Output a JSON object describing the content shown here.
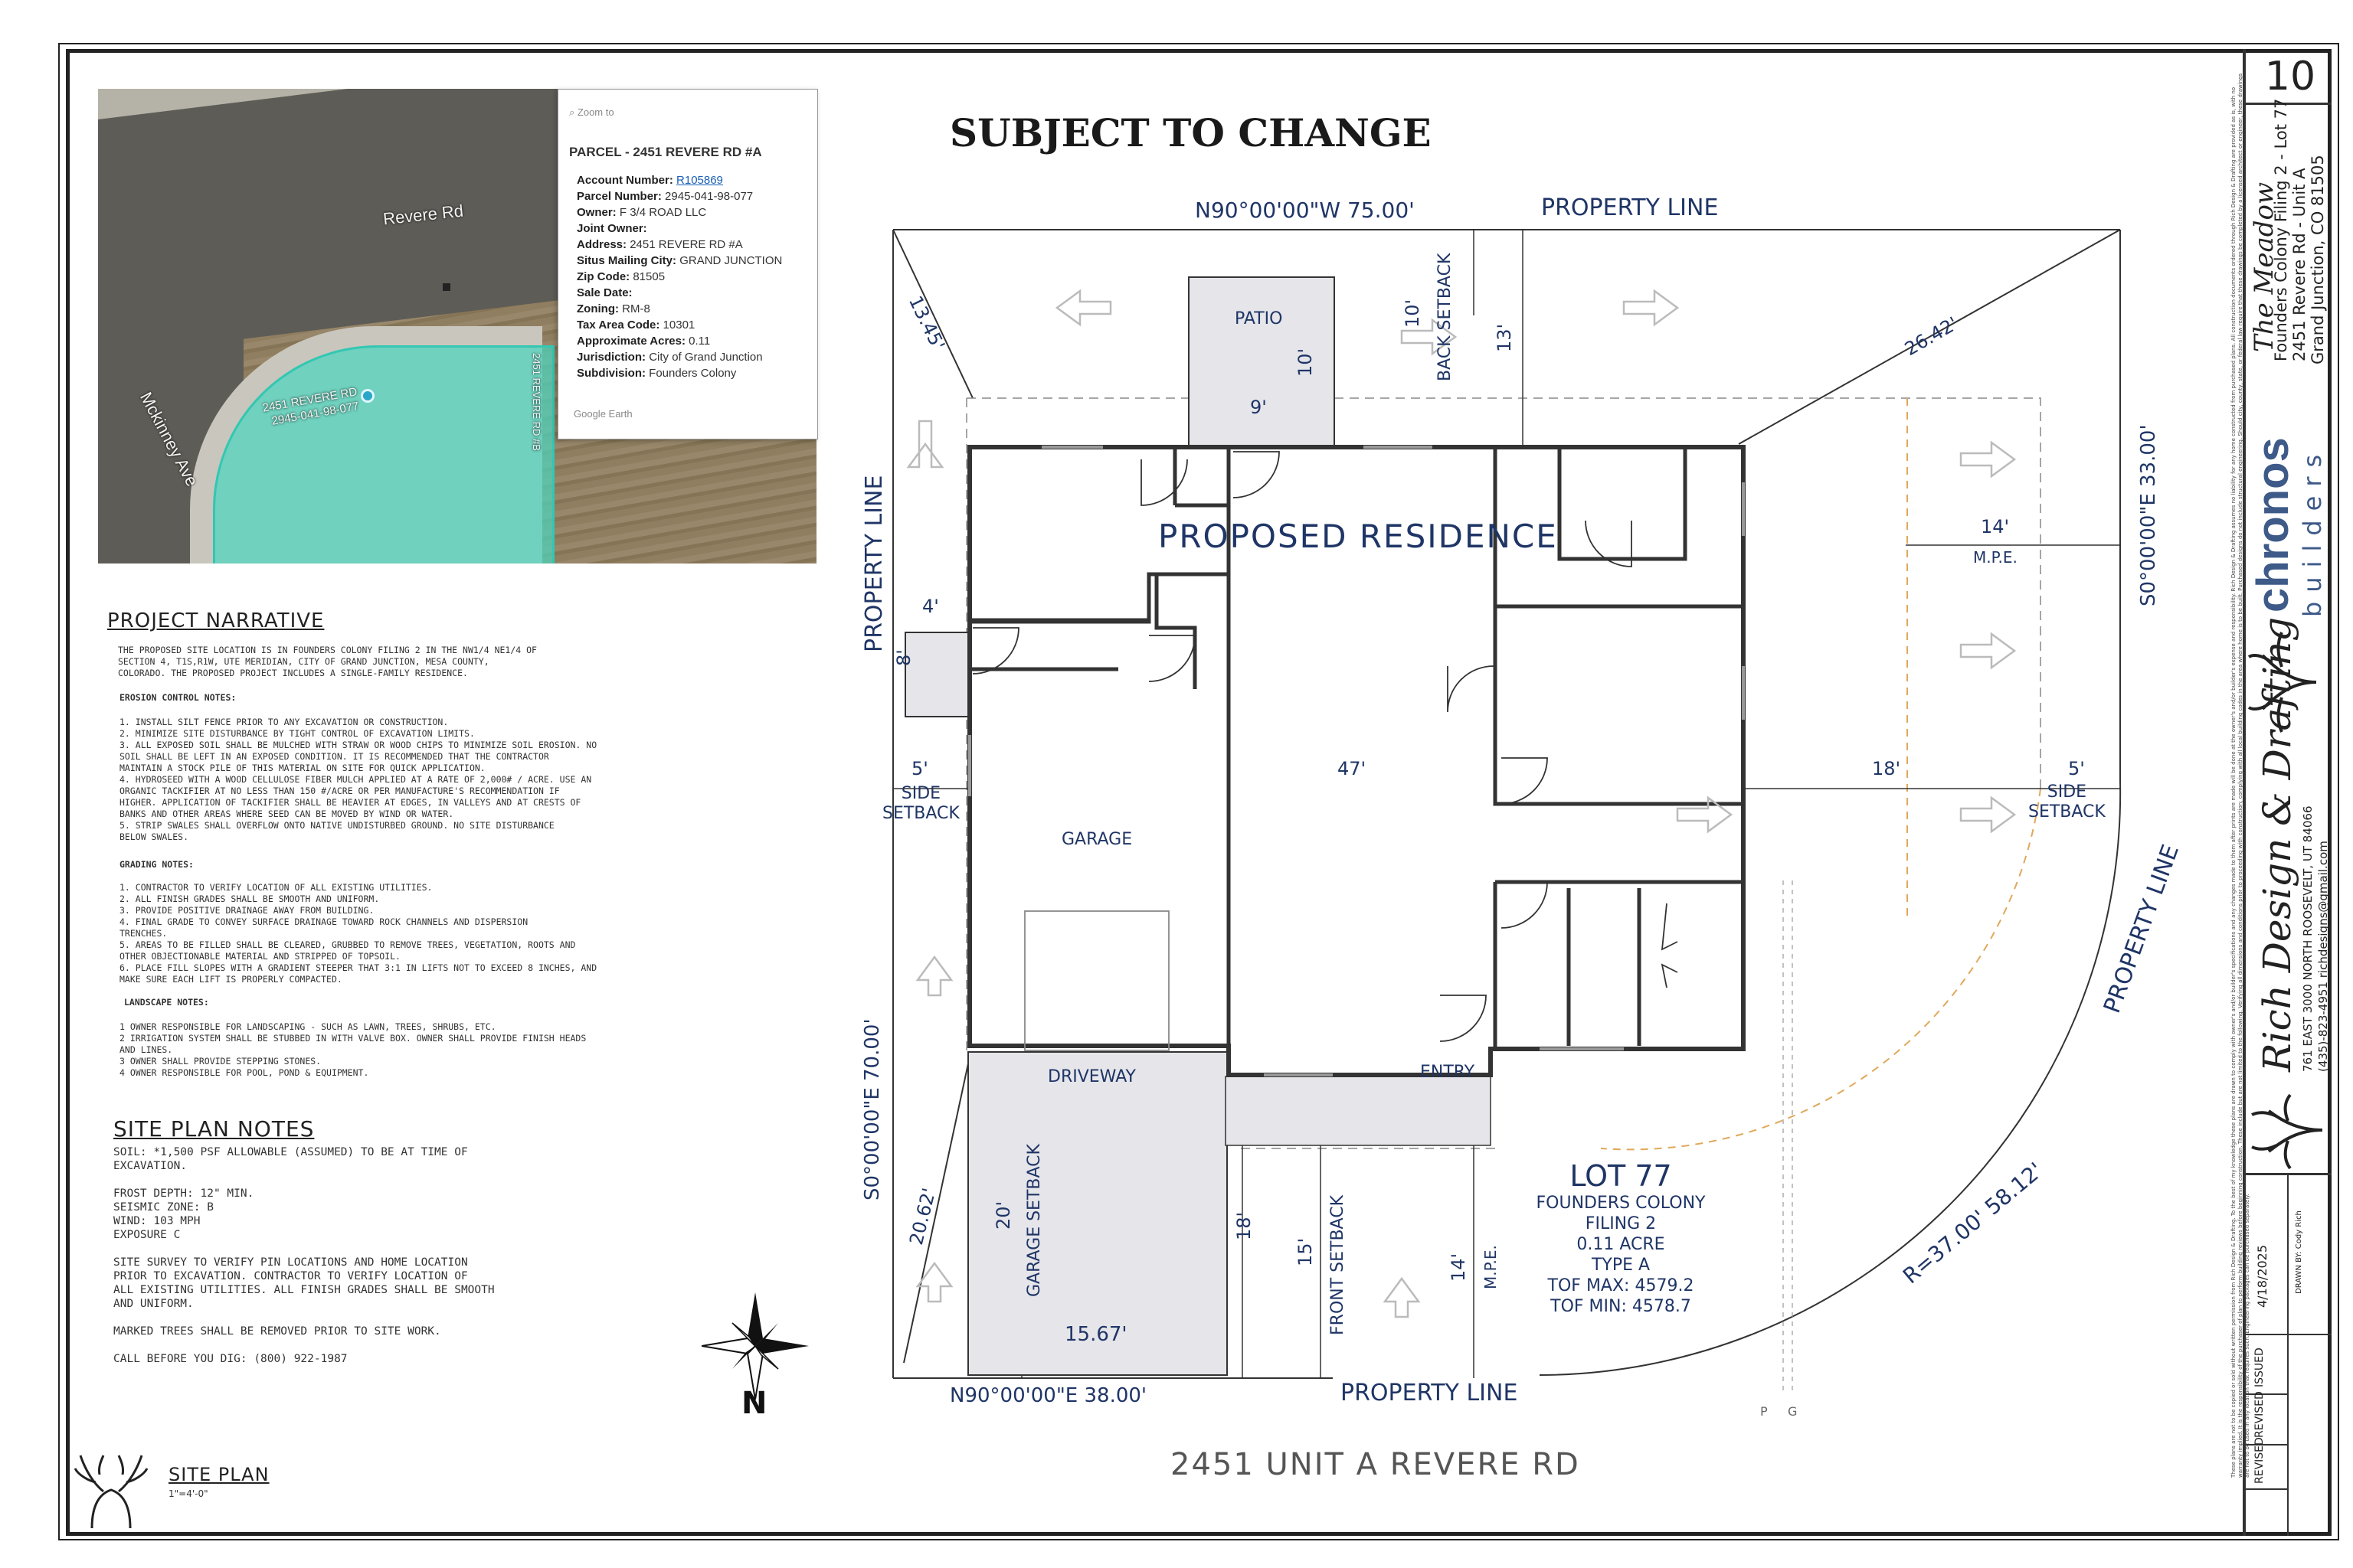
{
  "aerial": {
    "zoom_label": "Zoom to",
    "road_revere": "Revere Rd",
    "road_mckinney": "Mckinney Ave",
    "lot_label_1": "2451 REVERE RD",
    "lot_label_2": "2945-041-98-077",
    "side_label": "2451 REVERE RD #B",
    "panel": {
      "title": "PARCEL - 2451 REVERE RD #A",
      "account_label": "Account Number:",
      "account_value": "R105869",
      "parcel_label": "Parcel Number:",
      "parcel_value": "2945-041-98-077",
      "owner_label": "Owner:",
      "owner_value": "F 3/4 ROAD LLC",
      "joint_label": "Joint Owner:",
      "address_label": "Address:",
      "address_value": "2451 REVERE RD #A",
      "city_label": "Situs Mailing City:",
      "city_value": "GRAND JUNCTION",
      "zip_label": "Zip Code:",
      "zip_value": "81505",
      "sale_label": "Sale Date:",
      "zoning_label": "Zoning:",
      "zoning_value": "RM-8",
      "tax_label": "Tax Area Code:",
      "tax_value": "10301",
      "acres_label": "Approximate Acres:",
      "acres_value": "0.11",
      "juris_label": "Jurisdiction:",
      "juris_value": "City of Grand Junction",
      "subdiv_label": "Subdivision:",
      "subdiv_value": "Founders Colony",
      "google_earth": "Google Earth"
    }
  },
  "narrative": {
    "heading": "PROJECT NARRATIVE",
    "intro": "THE PROPOSED SITE LOCATION IS IN FOUNDERS COLONY FILING 2 IN THE NW1/4 NE1/4 OF\nSECTION 4, T1S,R1W, UTE MERIDIAN, CITY OF GRAND JUNCTION, MESA COUNTY,\nCOLORADO. THE PROPOSED PROJECT INCLUDES A SINGLE-FAMILY RESIDENCE.",
    "erosion_head": "EROSION CONTROL NOTES:",
    "erosion": "1. INSTALL SILT FENCE PRIOR TO ANY EXCAVATION OR CONSTRUCTION.\n2. MINIMIZE SITE DISTURBANCE BY TIGHT CONTROL OF EXCAVATION LIMITS.\n3. ALL EXPOSED SOIL SHALL BE MULCHED WITH STRAW OR WOOD CHIPS TO MINIMIZE SOIL EROSION. NO\n   SOIL SHALL BE LEFT IN AN EXPOSED CONDITION. IT IS RECOMMENDED THAT THE CONTRACTOR\n   MAINTAIN A STOCK PILE OF THIS MATERIAL ON SITE FOR QUICK APPLICATION.\n4. HYDROSEED WITH A WOOD CELLULOSE FIBER MULCH APPLIED AT A RATE OF 2,000# / ACRE. USE AN\n   ORGANIC TACKIFIER AT NO LESS THAN 150 #/ACRE OR PER MANUFACTURE'S RECOMMENDATION IF\n   HIGHER. APPLICATION OF TACKIFIER SHALL BE HEAVIER AT EDGES, IN VALLEYS AND AT CRESTS OF\n   BANKS AND OTHER AREAS WHERE SEED CAN BE MOVED BY WIND OR WATER.\n5. STRIP SWALES SHALL OVERFLOW ONTO NATIVE UNDISTURBED GROUND. NO SITE DISTURBANCE\n   BELOW SWALES.",
    "grading_head": "GRADING NOTES:",
    "grading": "1. CONTRACTOR TO VERIFY LOCATION OF ALL EXISTING UTILITIES.\n2. ALL FINISH GRADES SHALL BE SMOOTH AND UNIFORM.\n3. PROVIDE POSITIVE DRAINAGE AWAY FROM BUILDING.\n4. FINAL GRADE TO CONVEY SURFACE DRAINAGE TOWARD ROCK CHANNELS AND DISPERSION\n   TRENCHES.\n5. AREAS TO BE FILLED SHALL BE CLEARED, GRUBBED TO REMOVE TREES, VEGETATION, ROOTS AND\n   OTHER OBJECTIONABLE MATERIAL AND STRIPPED OF TOPSOIL.\n6. PLACE FILL SLOPES WITH A GRADIENT STEEPER THAT 3:1 IN LIFTS NOT TO EXCEED 8 INCHES, AND\n   MAKE SURE EACH LIFT IS PROPERLY COMPACTED.",
    "landscape_head": "LANDSCAPE NOTES:",
    "landscape": "1 OWNER RESPONSIBLE FOR LANDSCAPING - SUCH AS LAWN, TREES, SHRUBS, ETC.\n2 IRRIGATION SYSTEM SHALL BE STUBBED IN WITH VALVE BOX.  OWNER SHALL PROVIDE FINISH HEADS\n   AND LINES.\n3 OWNER SHALL PROVIDE STEPPING STONES.\n4 OWNER RESPONSIBLE FOR POOL, POND & EQUIPMENT."
  },
  "site_notes": {
    "heading": "SITE PLAN NOTES",
    "body": "SOIL: *1,500 PSF ALLOWABLE (ASSUMED) TO BE AT TIME OF\nEXCAVATION.\n\nFROST DEPTH: 12\" MIN.\nSEISMIC ZONE: B\nWIND: 103 MPH\nEXPOSURE C\n\nSITE SURVEY TO VERIFY PIN LOCATIONS AND HOME LOCATION\nPRIOR TO EXCAVATION. CONTRACTOR TO VERIFY LOCATION OF\nALL EXISTING UTILITIES. ALL FINISH GRADES SHALL BE SMOOTH\nAND UNIFORM.\n\nMARKED TREES SHALL BE REMOVED PRIOR TO SITE WORK.\n\nCALL BEFORE YOU DIG: (800) 922-1987"
  },
  "site_plan_label": {
    "title": "SITE PLAN",
    "scale": "1\"=4'-0\""
  },
  "north": "N",
  "plan": {
    "header": "SUBJECT TO CHANGE",
    "top_bearing": "N90°00'00\"W   75.00'",
    "property_line_top": "PROPERTY LINE",
    "property_line_left": "PROPERTY LINE",
    "property_line_right": "PROPERTY LINE",
    "property_line_bottom": "PROPERTY LINE",
    "bottom_bearing": "N90°00'00\"E   38.00'",
    "left_bearing": "S0°00'00\"E   70.00'",
    "right_bearing": "S0°00'00\"E   33.00'",
    "arc": "R=37.00'  58.12'",
    "proposed": "PROPOSED RESIDENCE",
    "patio": "PATIO",
    "patio_w": "9'",
    "patio_h": "10'",
    "back_setback": "BACK SETBACK",
    "back_dim": "10'",
    "dim_13": "13'",
    "dim_1345": "13.45'",
    "dim_2642": "26.42'",
    "dim_14": "14'",
    "mpe": "M.P.E.",
    "dim_4": "4'",
    "dim_8": "8'",
    "dim_5l": "5'",
    "dim_5r": "5'",
    "side_setback": "SIDE\nSETBACK",
    "dim_47": "47'",
    "dim_18": "18'",
    "garage": "GARAGE",
    "driveway": "DRIVEWAY",
    "entry": "ENTRY",
    "garage_setback": "GARAGE SETBACK",
    "dim_20": "20'",
    "dim_2062": "20.62'",
    "dim_1567": "15.67'",
    "dim_18b": "18'",
    "front_setback": "FRONT SETBACK",
    "dim_15": "15'",
    "dim_14b": "14'",
    "mpe_b": "M.P.E.",
    "lot_title": "LOT 77",
    "lot_lines": [
      "FOUNDERS COLONY",
      "FILING 2",
      "0.11 ACRE",
      "TYPE A",
      "TOF MAX: 4579.2",
      "TOF MIN:  4578.7"
    ],
    "pg": [
      "P",
      "G"
    ],
    "address": "2451 UNIT A REVERE RD"
  },
  "title_block": {
    "sheet": "10",
    "project": "The Meadow",
    "lot": "Founders Colony Filing 2 - Lot 77",
    "addr1": "2451 Revere Rd - Unit A",
    "addr2": "Grand Junction, CO 81505",
    "brand": "chronos",
    "brand_sub": "builders",
    "drafter": "Rich Design & Drafting",
    "drafter_addr": "761 EAST 3000 NORTH ROOSEVELT, UT 84066",
    "drafter_contact": "(435)-823-4951 richdesigns@gmail.com",
    "issued_label": "ISSUED",
    "issued_date": "4/18/2025",
    "drawn_by": "DRAWN BY: Cody Rich",
    "revised_1": "REVISED",
    "revised_2": "REVISED",
    "disclaimer": "These plans are not to be copied or sold without written permission from Rich Design & Drafting. To the best of my knowledge these plans are drawn to comply with owner's and/or builder's specifications and any changes made to them after prints are made will be done at the owner's and/or builder's expense and responsibility. Rich Design & Drafting assumes no liability for any home constructed from purchased plans. All construction documents ordered through Rich Design & Drafting are provided as is, with no warranty implied. It is the responsibility of the purchaser of plan to perform building reviews before beginning construction. These include but are not limited to the following: Verifying all dimensions and conditions prior to proceeding with construction; complying with all local building codes in the area where home is to be built. Purchased designs do not include structural engineering. Should city, county, state, or federal law require that these drawings be completed by a licensed architect or engineer, these drawings are not to be used in any location that requires such. Engineering packages can be purchased separately."
  },
  "colors": {
    "ink": "#1f3566",
    "lot_fill": "#4cd6be",
    "gray_fill": "#e5e5ea"
  }
}
